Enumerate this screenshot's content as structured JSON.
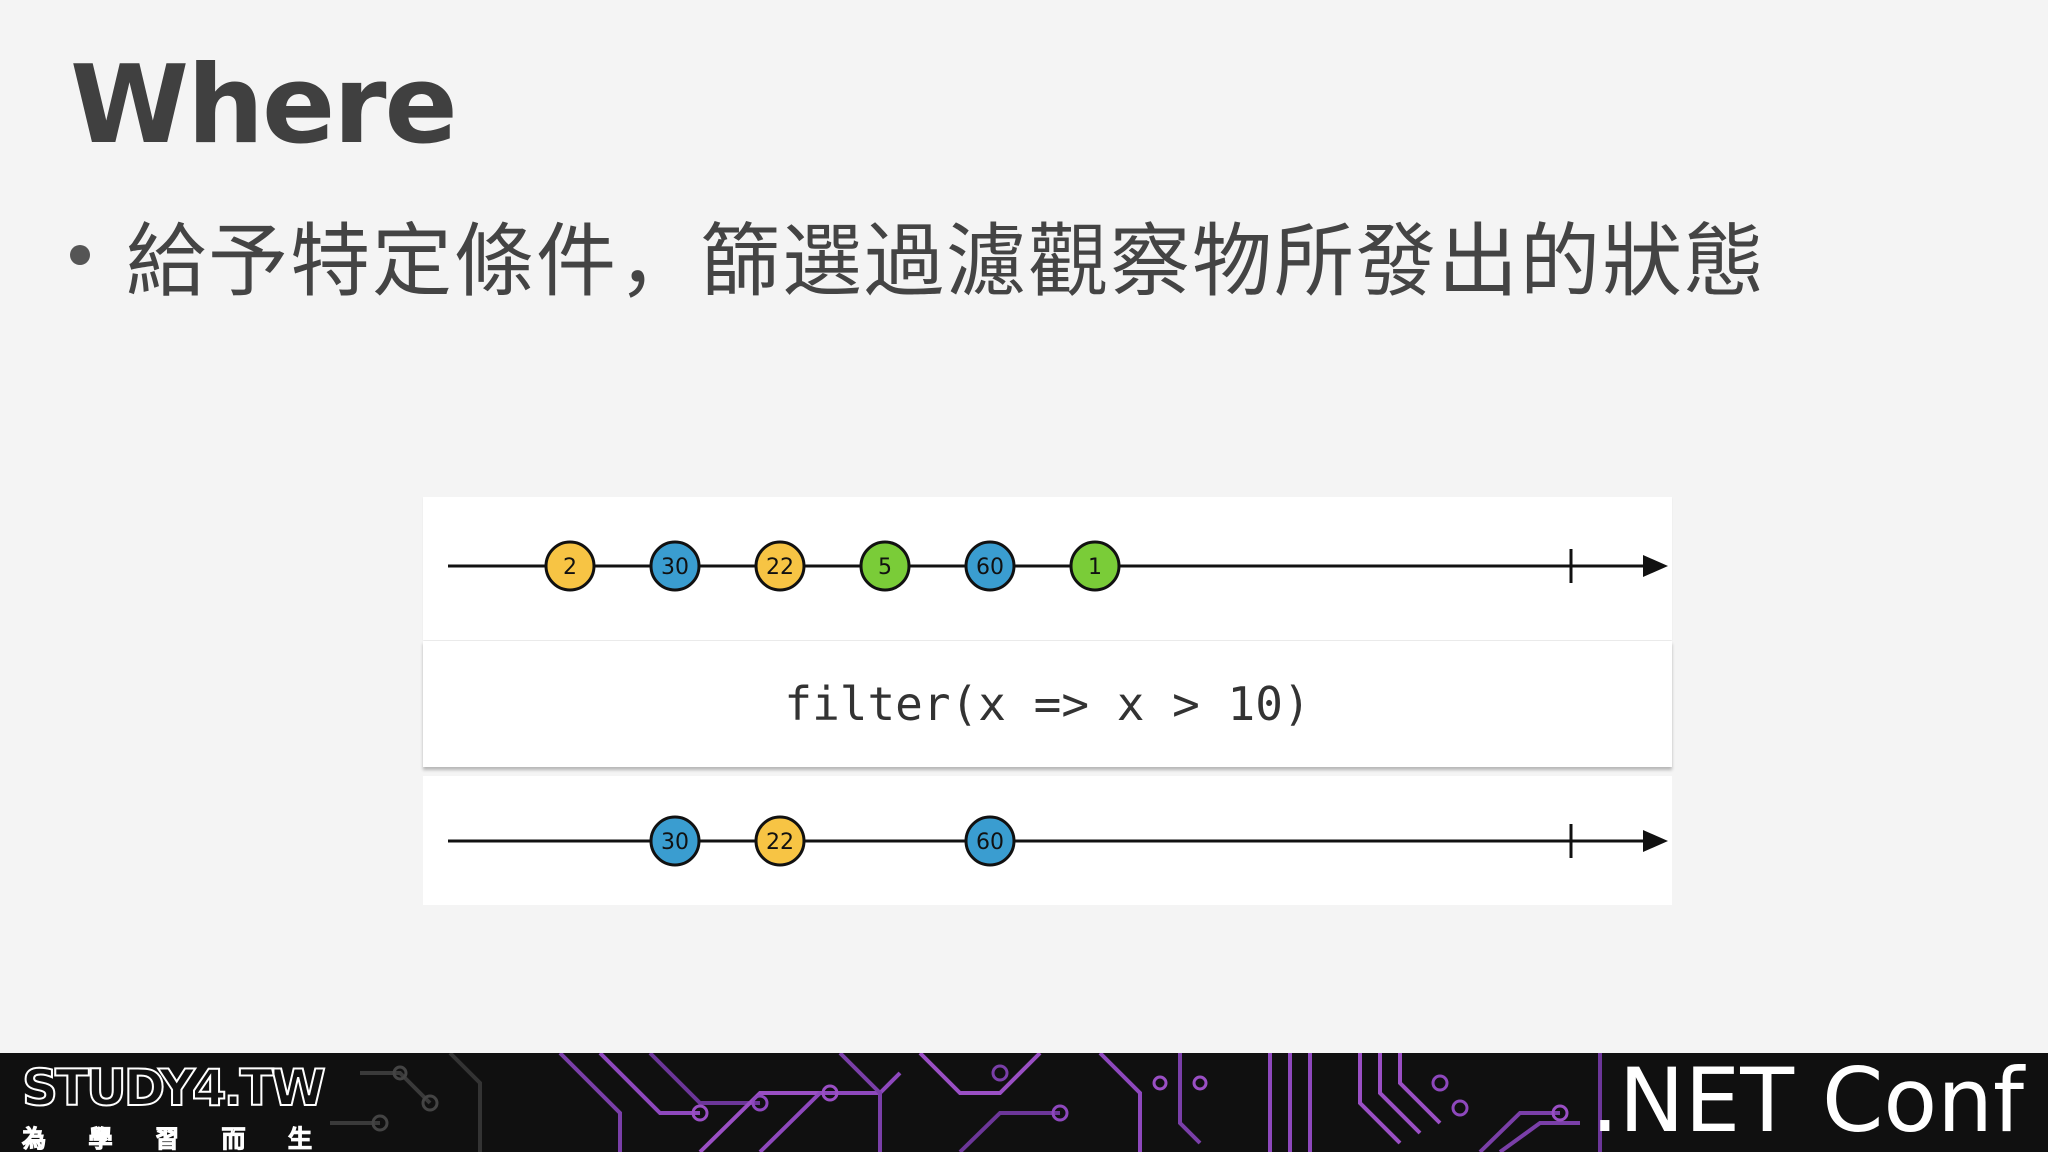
{
  "slide": {
    "title": "Where",
    "bullet": "給予特定條件，篩選過濾觀察物所發出的狀態"
  },
  "marble_diagram": {
    "operator": "filter(x => x > 10)",
    "input": [
      {
        "value": "2",
        "color": "#f7c444"
      },
      {
        "value": "30",
        "color": "#3a9dd0"
      },
      {
        "value": "22",
        "color": "#f7c444"
      },
      {
        "value": "5",
        "color": "#7acc38"
      },
      {
        "value": "60",
        "color": "#3a9dd0"
      },
      {
        "value": "1",
        "color": "#7acc38"
      }
    ],
    "output": [
      {
        "value": "30",
        "color": "#3a9dd0"
      },
      {
        "value": "22",
        "color": "#f7c444"
      },
      {
        "value": "60",
        "color": "#3a9dd0"
      }
    ]
  },
  "footer": {
    "brand": "STUDY4.TW",
    "brand_sub": [
      "為",
      "學",
      "習",
      "而",
      "生"
    ],
    "conference": ".NET Conf",
    "accent_color": "#9a4fc4"
  }
}
